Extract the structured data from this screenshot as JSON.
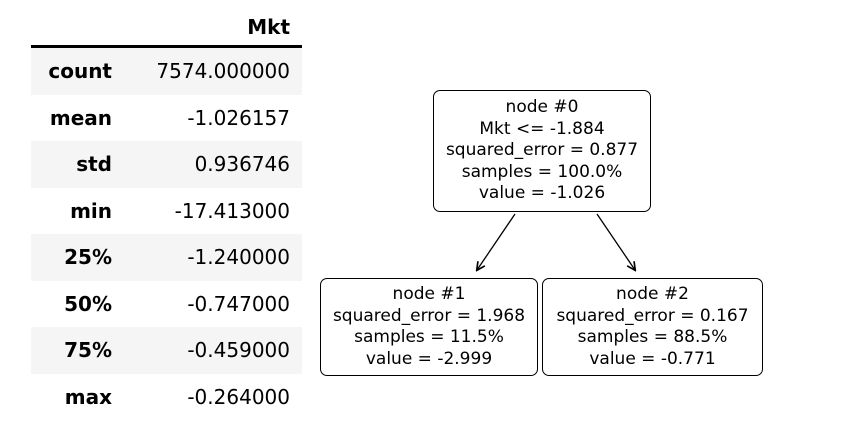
{
  "table": {
    "column_header": "Mkt",
    "rows": [
      {
        "label": "count",
        "value": "7574.000000"
      },
      {
        "label": "mean",
        "value": "-1.026157"
      },
      {
        "label": "std",
        "value": "0.936746"
      },
      {
        "label": "min",
        "value": "-17.413000"
      },
      {
        "label": "25%",
        "value": "-1.240000"
      },
      {
        "label": "50%",
        "value": "-0.747000"
      },
      {
        "label": "75%",
        "value": "-0.459000"
      },
      {
        "label": "max",
        "value": "-0.264000"
      }
    ]
  },
  "tree": {
    "nodes": [
      {
        "name": "node #0",
        "lines": [
          "node #0",
          "Mkt <= -1.884",
          "squared_error = 0.877",
          "samples = 100.0%",
          "value = -1.026"
        ]
      },
      {
        "name": "node #1",
        "lines": [
          "node #1",
          "squared_error = 1.968",
          "samples = 11.5%",
          "value = -2.999"
        ]
      },
      {
        "name": "node #2",
        "lines": [
          "node #2",
          "squared_error = 0.167",
          "samples = 88.5%",
          "value = -0.771"
        ]
      }
    ]
  },
  "colors": {
    "background": "#ffffff",
    "row_stripe": "#f5f5f5",
    "text": "#000000",
    "node_border": "#000000",
    "arrow": "#000000"
  }
}
